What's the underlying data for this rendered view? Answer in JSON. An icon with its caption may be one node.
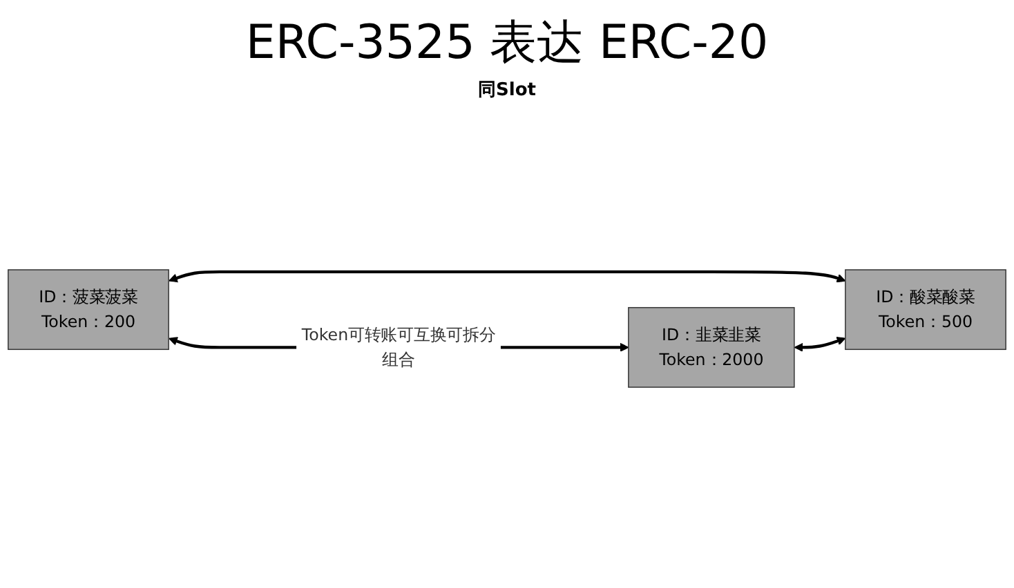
{
  "diagram": {
    "title": "ERC-3525 表达 ERC-20",
    "nodes": [
      {
        "text": [
          "ID：菠菜菠菜",
          "Token：200"
        ]
      },
      {
        "text": [
          "ID：韭菜韭菜",
          "Token：2000"
        ]
      },
      {
        "text": [
          "ID：酸菜酸菜",
          "Token：500"
        ]
      }
    ],
    "edges": [
      {
        "from": 0,
        "to": 1,
        "arrow": "both",
        "label": "Token可转账可互换可拆分组合"
      },
      {
        "from": 0,
        "to": 2,
        "arrow": "both"
      },
      {
        "from": 1,
        "to": 2,
        "arrow": "both"
      }
    ],
    "labels": [
      "同Slot"
    ]
  }
}
